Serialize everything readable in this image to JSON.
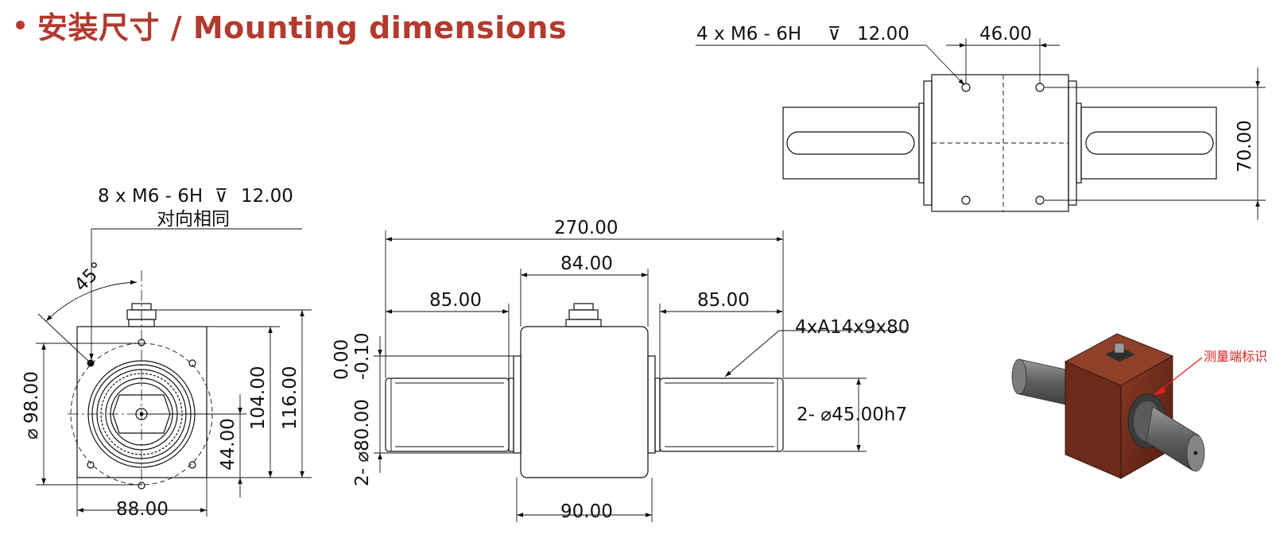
{
  "header": {
    "title": "安装尺寸 / Mounting dimensions",
    "accent_color": "#b23a2e"
  },
  "top_view": {
    "thread_callout": "4 x  M6 - 6H",
    "thread_depth": "12.00",
    "dim_hole_spacing": "46.00",
    "dim_height": "70.00"
  },
  "end_view": {
    "thread_callout": "8 x  M6 - 6H",
    "thread_depth": "12.00",
    "note": "对向相同",
    "angle": "45°",
    "dim_circle_dia": "98.00",
    "dim_width": "88.00",
    "dim_center_offset": "44.00",
    "dim_inner_height": "104.00",
    "dim_total_height": "116.00",
    "diameter_symbol": "⌀",
    "depth_symbol": "⊽"
  },
  "side_view": {
    "dim_total_length": "270.00",
    "dim_body_length": "84.00",
    "dim_left_shaft": "85.00",
    "dim_right_shaft": "85.00",
    "dim_base_length": "90.00",
    "keyway_label": "4xA14x9x80",
    "shaft_dia_label": "2- ⌀45.00h7",
    "tol_upper": "0.00",
    "tol_lower": "-0.10",
    "flange_dia_label": "2- ⌀80.00"
  },
  "render": {
    "marker_label": "测量端标识",
    "body_color": "#6b2a1a",
    "shaft_color": "#6f6f6f"
  }
}
